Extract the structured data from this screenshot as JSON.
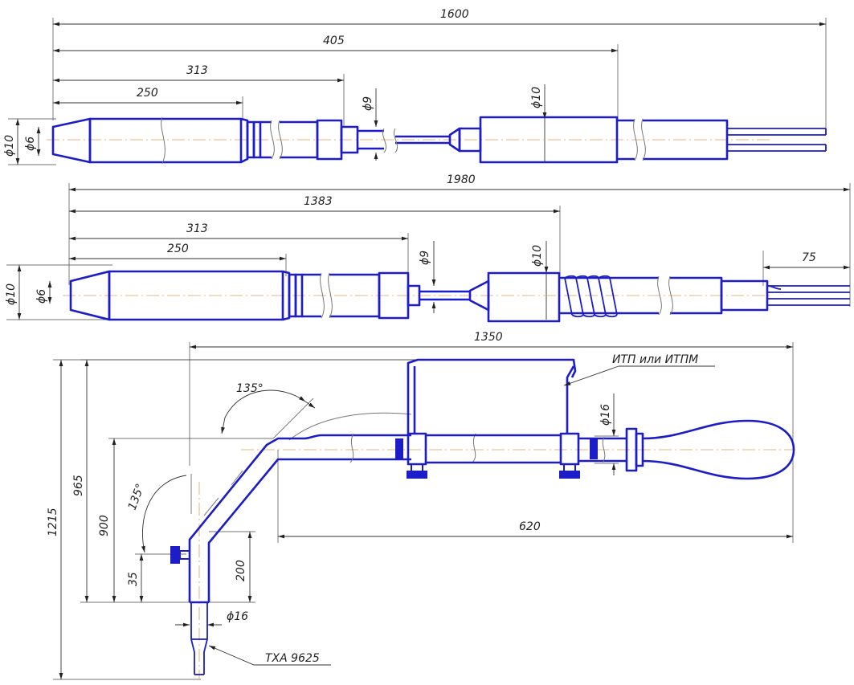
{
  "diagram": {
    "probe1": {
      "total_length": "1600",
      "cable_length": "405",
      "sheath_length": "313",
      "tip_length": "250",
      "outer_diameter": "ϕ10",
      "tip_diameter": "ϕ6",
      "neck_diameter": "ϕ9",
      "head_diameter": "ϕ10"
    },
    "probe2": {
      "total_length": "1980",
      "cable_length": "1383",
      "sheath_length": "313",
      "tip_length": "250",
      "outer_diameter": "ϕ10",
      "tip_diameter": "ϕ6",
      "neck_diameter": "ϕ9",
      "head_diameter": "ϕ10",
      "lead_length": "75"
    },
    "probe3": {
      "total_width": "1350",
      "total_height": "1215",
      "height_965": "965",
      "height_900": "900",
      "offset_35": "35",
      "leg_length": "200",
      "handle_length": "620",
      "angle_upper": "135°",
      "angle_lower": "135°",
      "tube_diameter": "ϕ16",
      "bottom_diameter": "ϕ16",
      "callout_instrument": "ИТП или ИТПМ",
      "callout_thermocouple": "ТХА 9625"
    }
  },
  "colors": {
    "outline": "#1c1cc8",
    "centerline": "#e39a52",
    "dimension": "#333333"
  }
}
